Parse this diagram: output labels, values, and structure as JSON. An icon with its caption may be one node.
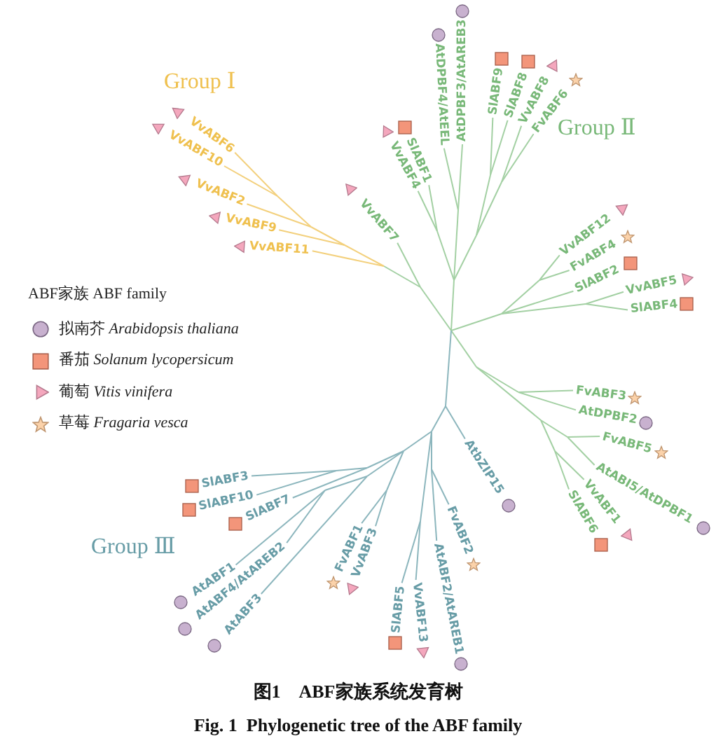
{
  "diagram": {
    "title": "图1　ABF家族系统发育树",
    "caption": "Fig. 1  Phylogenetic tree of the ABF family",
    "labels": [
      "AtDPBF4/AtEEL",
      "AtDPBF3/AtAREB3",
      "Group Ⅰ",
      "SlABF9",
      "SlABF8",
      "VvABF8",
      "FvABF6",
      "VvABF10",
      "VvABF6",
      "VvABF4",
      "SlABF1",
      "Group Ⅱ",
      "VvABF2",
      "VvABF9",
      "VvABF7",
      "VvABF12",
      "VvABF11",
      "FvABF4",
      "ABF家族 ABF family",
      "SlABF2",
      "VvABF5",
      "SlABF4",
      "FvABF3",
      "AtDPBF2",
      "AtbZIP15",
      "FvABF5",
      "AtABI5/AtDPBF1",
      "SlABF10",
      "SlABF3",
      "SlABF7",
      "FvABF2",
      "SlABF6",
      "VvABF1",
      "Group Ⅲ",
      "AtABF1",
      "AtABF4/AtAREB2",
      "FvABF1",
      "VvABF3",
      "AtABF2/AtAREB1",
      "AtABF3",
      "SlABF5",
      "VvABF13"
    ],
    "legend": [
      {
        "text": "拟南芥 *Arabidopsis thaliana*"
      },
      {
        "text": "番茄 *Solanum lycopersicum*"
      },
      {
        "text": "葡萄 *Vitis vinifera*"
      },
      {
        "text": "草莓 *Fragaria vesca*"
      }
    ]
  }
}
